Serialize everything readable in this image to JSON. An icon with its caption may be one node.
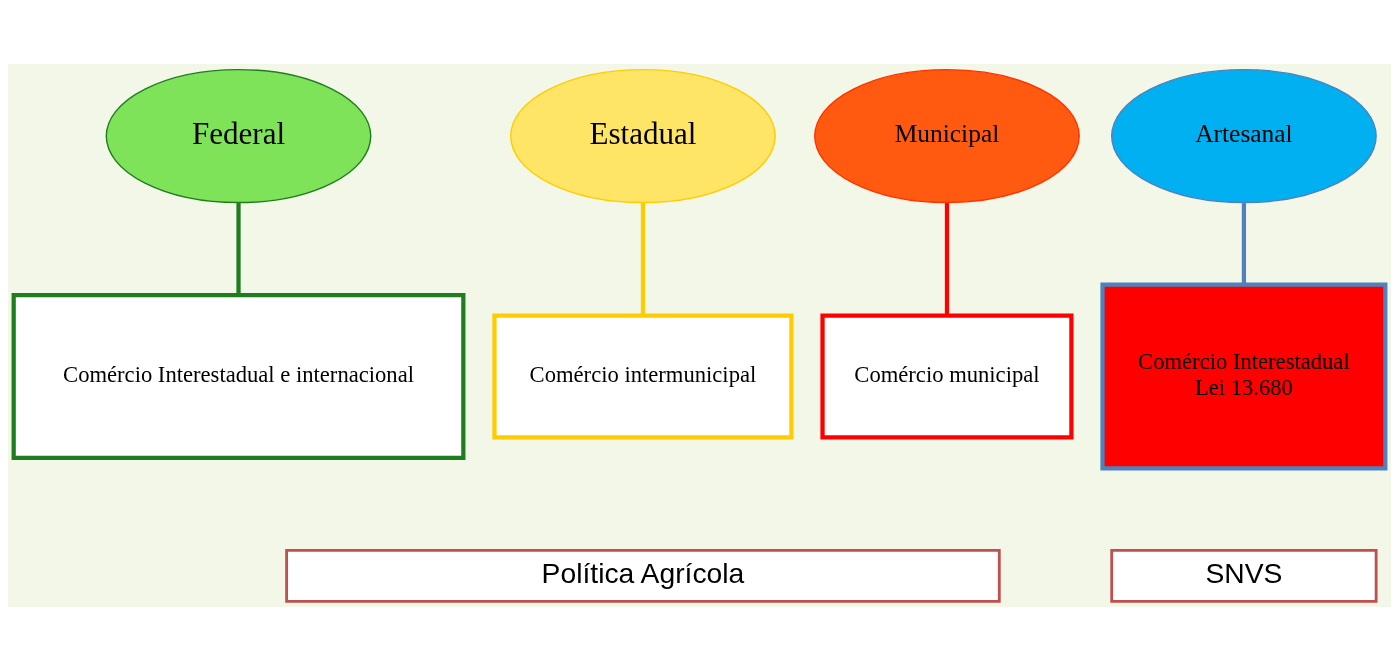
{
  "diagram": {
    "nodes": [
      {
        "text": [
          "Federal"
        ]
      },
      {
        "text": [
          "Estadual"
        ]
      },
      {
        "text": [
          "Municipal"
        ]
      },
      {
        "text": [
          "Artesanal"
        ]
      },
      {
        "text": [
          "Comércio Interestadual e internacional"
        ]
      },
      {
        "text": [
          "Comércio intermunicipal"
        ]
      },
      {
        "text": [
          "Comércio municipal"
        ]
      },
      {
        "text": [
          "Comércio Interestadual",
          "Lei 13.680"
        ]
      },
      {
        "text": [
          "Política Agrícola"
        ]
      },
      {
        "text": [
          "SNVS"
        ]
      }
    ],
    "edges": [
      {
        "from": 0,
        "to": 4,
        "arrow": "none",
        "color": "#1e7d1e"
      },
      {
        "from": 1,
        "to": 5,
        "arrow": "none",
        "color": "#ffcc00"
      },
      {
        "from": 2,
        "to": 6,
        "arrow": "none",
        "color": "#ff0000"
      },
      {
        "from": 3,
        "to": 7,
        "arrow": "none",
        "color": "#4f81bd"
      }
    ]
  }
}
